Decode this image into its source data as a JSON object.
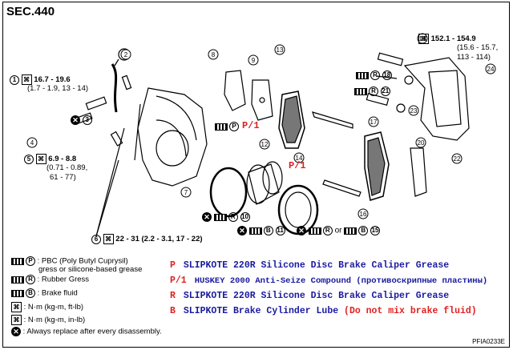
{
  "section": "SEC.440",
  "torques": {
    "t1": {
      "num": "1",
      "value": "16.7 - 19.6",
      "sub": "(1.7 - 1.9, 13 - 14)"
    },
    "t5": {
      "num": "5",
      "value": "6.9 - 8.8",
      "sub1": "(0.71 - 0.89,",
      "sub2": "61 - 77)"
    },
    "t6": {
      "num": "6",
      "value": "22 - 31 (2.2 - 3.1, 17 - 22)"
    },
    "t19": {
      "num": "19",
      "value": "152.1 - 154.9",
      "sub1": "(15.6 - 15.7,",
      "sub2": "113 - 114)"
    }
  },
  "parts": [
    "1",
    "2",
    "3",
    "4",
    "5",
    "6",
    "7",
    "8",
    "9",
    "10",
    "11",
    "12",
    "13",
    "14",
    "15",
    "16",
    "17",
    "18",
    "19",
    "20",
    "21",
    "22",
    "23",
    "24"
  ],
  "legend": [
    {
      "sym": "P",
      "text": ": PBC (Poly Butyl Cuprysil)",
      "text2": "gress or silicone-based grease"
    },
    {
      "sym": "R",
      "text": ": Rubber Gress"
    },
    {
      "sym": "B",
      "text": ": Brake fluid"
    },
    {
      "sym": "torque",
      "text": ": N·m (kg-m, ft-lb)"
    },
    {
      "sym": "torque2",
      "text": ": N·m (kg-m, in-lb)"
    },
    {
      "sym": "x",
      "text": ": Always replace after every disassembly."
    }
  ],
  "notes": [
    {
      "code": "P",
      "text": "SLIPKOTE 220R Silicone Disc Brake Caliper Grease",
      "warn": ""
    },
    {
      "code": "P/1",
      "text": "HUSKEY 2000 Anti-Seize Compound (противоскрипные пластины)",
      "warn": ""
    },
    {
      "code": "R",
      "text": "SLIPKOTE 220R Silicone Disc Brake Caliper Grease",
      "warn": ""
    },
    {
      "code": "B",
      "text": "SLIPKOTE Brake Cylinder Lube",
      "warn": "(Do not mix brake fluid)"
    }
  ],
  "red_marks": [
    "P/1",
    "P/1"
  ],
  "or_word": "or",
  "figure_id": "PFIA0233E"
}
